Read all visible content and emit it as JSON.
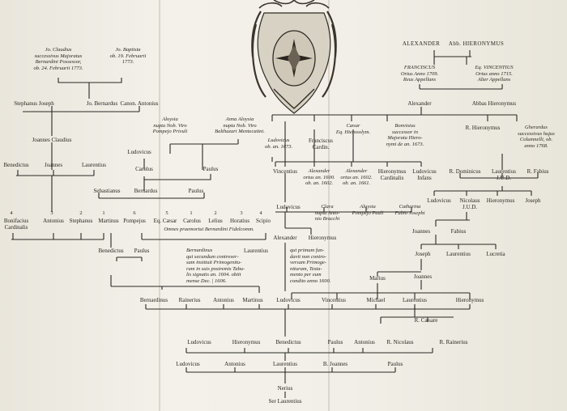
{
  "tree": {
    "top_left": {
      "left_note": "Jo. Claudius\nsuccessivus Majoratus\nBernardini Possessor,\nob. 24. Februarii 1773.",
      "right_note": "Jo. Baptista\nob. 19. Februarii\n1773."
    },
    "gen_a": [
      "Stephanus Joseph",
      "Jo. Bernardus",
      "Canon. Antonius"
    ],
    "aloysia_1": "Aloysia\nnupta Nob. Viro\nPompejo Privuli",
    "aloysia_2": "Anna Aloysia\nnupta Nob. Viro\nBalthazari Mentecatini.",
    "joannes_claudius": "Joannes Claudius",
    "ludovicus_a": "Ludovicus",
    "row_b": [
      "Benedictus",
      "Joannes",
      "Laurentius",
      "Carolus",
      "Paulus"
    ],
    "row_c": [
      "Sebastianus",
      "Bernardus",
      "Paulus"
    ],
    "row_d_numbers": [
      "4",
      "3",
      "2",
      "1",
      "6",
      "5",
      "1",
      "2",
      "3",
      "4"
    ],
    "row_d": [
      "Bonifacius\nCardinalis",
      "Antonius",
      "Stephanus",
      "Martinus",
      "Pompejus",
      "Eq. Cæsar",
      "Carolus",
      "Lelius",
      "Horatius",
      "Scipio"
    ],
    "omnes_note": "Omnes praemortui Bernardini Fidelcomm.",
    "row_e": [
      "Benedictus",
      "Paulus"
    ],
    "bernardinus_note": "Bernardinus\nqui secundum controver-\nsam instituit Primogenitu-\nram in suis postremis Tabu-\nlis signatis an. 1604. obiit\nmense Dec. | 1606.",
    "laurentius_mid": "Laurentius",
    "top_right": {
      "header": [
        "ALEXANDER",
        "Abb. HIERONYMUS"
      ],
      "franciscus": "FRANCISCUS\nOrtus Anno 1709.\nReus Appellans",
      "vincentius": "Eq. VINCENTIUS\nOrtus anno 1715.\nAlter Appellans",
      "alexander": "Alexander",
      "abbas": "Abbas Hieronymus"
    },
    "right_mid": {
      "ludovicus": "Ludovicus\nob. an. 1673.",
      "franciscus": "Franciscus\nCardin.",
      "caesar": "Cæsar\nEq. Hierosolym.",
      "bonvisius": "Bonvisius\nsuccessor in\nMajoratu Hiero-\nnymi de an. 1673.",
      "r_hieronymus": "R. Hieronymus",
      "gherardus": "Gherardus\nsuccessivus hujus\nColumnelli, ob.\nanno 1768."
    },
    "row_f": {
      "vincentius": "Vincentius",
      "alexander1": "Alexander\nortus an. 1600.\nob. an. 1602.",
      "alexander2": "Alexander\nortus an. 1602.\nob. an. 1661.",
      "hieronymus": "Hieronymus\nCardinalis",
      "ludovicus": "Ludovicus\nInfans",
      "dominicus": "R. Dominicus",
      "laurentius": "Laurentius\nJ.U.D.",
      "fabius": "R. Fabius"
    },
    "row_g": {
      "ludovicus": "Ludovicus",
      "clara": "Clara\nnupta Anto-\nnio Bracchi",
      "aloysia": "Aloysia\nPompejo Pauli",
      "catharina": "Catharina\nFabio Josephi",
      "right": [
        "Ludovicus",
        "Nicolaus\nJ.U.D.",
        "Hieronymus",
        "Joseph"
      ]
    },
    "row_h": [
      "Alexander",
      "Hieronymus"
    ],
    "primum_note": "qui primum fun-\ndavit non contro-\nversam Primoge-\nnituram, Testa-\nmento per eum\ncondito anno 1600.",
    "joannes_fabius": [
      "Joannes",
      "Fabius"
    ],
    "row_j": [
      "Joseph",
      "Laurentius",
      "Lucretia"
    ],
    "marius": "Marius",
    "joannes_b": "Joannes",
    "row_k": [
      "Bernardinus",
      "Rainerius",
      "Antonius",
      "Martinus",
      "Ludovicus",
      "Vincentius",
      "Michael",
      "Laurentius",
      "Hieronymus"
    ],
    "r_caesar": "R. Cæsare",
    "row_l": [
      "Ludovicus",
      "Hieronymus",
      "Benedictus",
      "Paulus",
      "Antonius",
      "R. Nicolaus",
      "R. Rainerius"
    ],
    "row_m": [
      "Ludovicus",
      "Antonius",
      "Laurentius",
      "B. Joannes",
      "Paulus"
    ],
    "nerius": "Nerius",
    "ser_laurentius": "Ser Laurentius"
  }
}
